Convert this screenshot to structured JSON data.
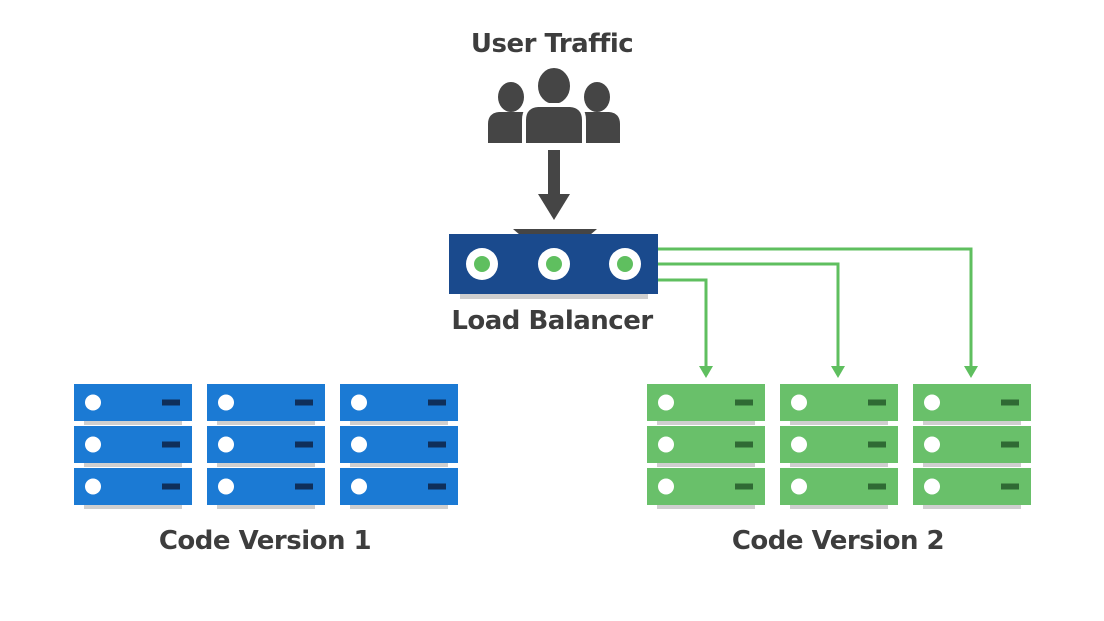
{
  "labels": {
    "user_traffic": "User Traffic",
    "load_balancer": "Load Balancer",
    "code_version_1": "Code Version 1",
    "code_version_2": "Code Version 2"
  },
  "colors": {
    "text": "#3d3d3d",
    "users": "#454545",
    "arrow_in": "#454545",
    "balancer_body": "#1a4a8d",
    "balancer_led": "#5fbf5f",
    "connector": "#5fbf5f",
    "version1_server": "#1b7ad4",
    "version1_slot": "#0f2f5a",
    "version2_server": "#69c06a",
    "version2_slot": "#2f6a34",
    "server_shadow": "#cfcfcf"
  },
  "icons": {
    "users": "users-group-icon",
    "balancer_leds": "status-led-icon",
    "server": "server-rack-icon"
  },
  "pools": [
    {
      "name": "code-version-1",
      "label_key": "code_version_1",
      "racks": 3,
      "units_per_rack": 3,
      "active": false
    },
    {
      "name": "code-version-2",
      "label_key": "code_version_2",
      "racks": 3,
      "units_per_rack": 3,
      "active": true
    }
  ]
}
